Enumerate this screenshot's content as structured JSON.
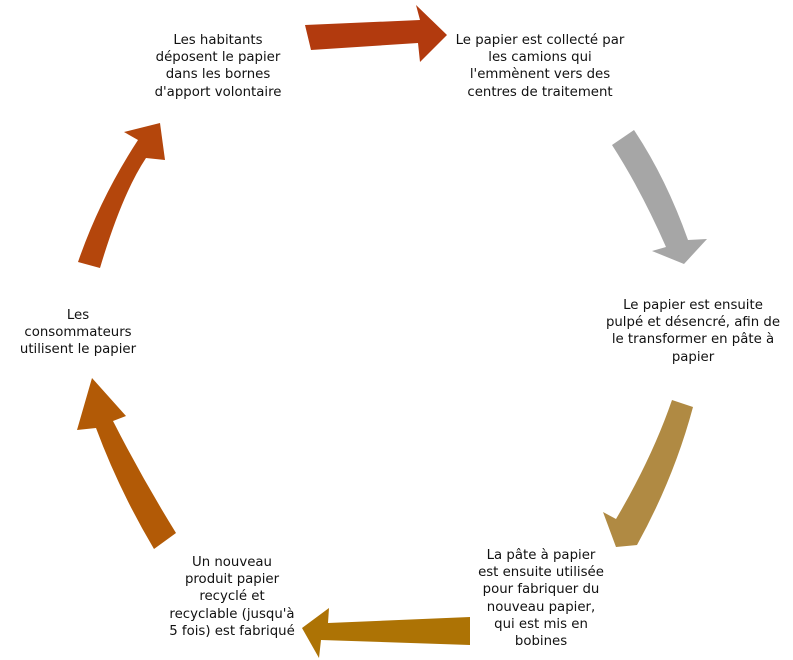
{
  "steps": [
    {
      "text": "Les habitants\ndéposent le papier\ndans les bornes\nd'apport volontaire"
    },
    {
      "text": "Le papier est collecté par\nles camions qui\nl'emmènent vers des\ncentres de traitement"
    },
    {
      "text": "Le papier est ensuite\npulpé et désencré, afin de\nle transformer en pâte à\npapier"
    },
    {
      "text": "La pâte à papier\nest ensuite utilisée\npour fabriquer du\nnouveau papier,\nqui est mis en\nbobines"
    },
    {
      "text": "Un nouveau\nproduit papier\nrecyclé et\nrecyclable (jusqu'à\n5 fois) est fabriqué"
    },
    {
      "text": "Les\nconsommateurs\nutilisent le papier"
    }
  ],
  "colors": {
    "arrow_1": "#B23A0E",
    "arrow_2": "#A6A6A6",
    "arrow_3": "#B08A43",
    "arrow_4": "#AD7305",
    "arrow_5": "#B25A06",
    "arrow_6": "#B4460C"
  }
}
